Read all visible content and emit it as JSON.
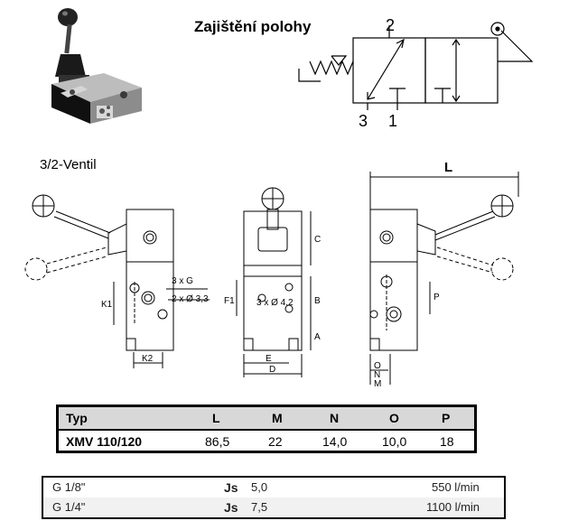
{
  "header": {
    "title": "Zajištění polohy",
    "port_labels": [
      "2",
      "3",
      "1"
    ]
  },
  "drawing": {
    "subtitle": "3/2-Ventil",
    "overall_length_label": "L",
    "labels": {
      "threads": "3 x G",
      "holes": "2 x Ø 3,3",
      "holes_front": "3 x Ø 4,2",
      "k1": "K1",
      "k2": "K2",
      "f1": "F1",
      "e": "E",
      "d": "D",
      "c": "C",
      "b": "B",
      "a": "A",
      "p": "P",
      "o": "O",
      "n": "N",
      "m": "M"
    }
  },
  "dim_table": {
    "headers": [
      "Typ",
      "L",
      "M",
      "N",
      "O",
      "P"
    ],
    "rows": [
      [
        "XMV 110/120",
        "86,5",
        "22",
        "14,0",
        "10,0",
        "18"
      ]
    ]
  },
  "flow_table": {
    "rows": [
      {
        "thread": "G 1/8\"",
        "js_label": "Js",
        "js_value": "5,0",
        "flow": "550 l/min"
      },
      {
        "thread": "G 1/4\"",
        "js_label": "Js",
        "js_value": "7,5",
        "flow": "1100 l/min"
      }
    ]
  }
}
